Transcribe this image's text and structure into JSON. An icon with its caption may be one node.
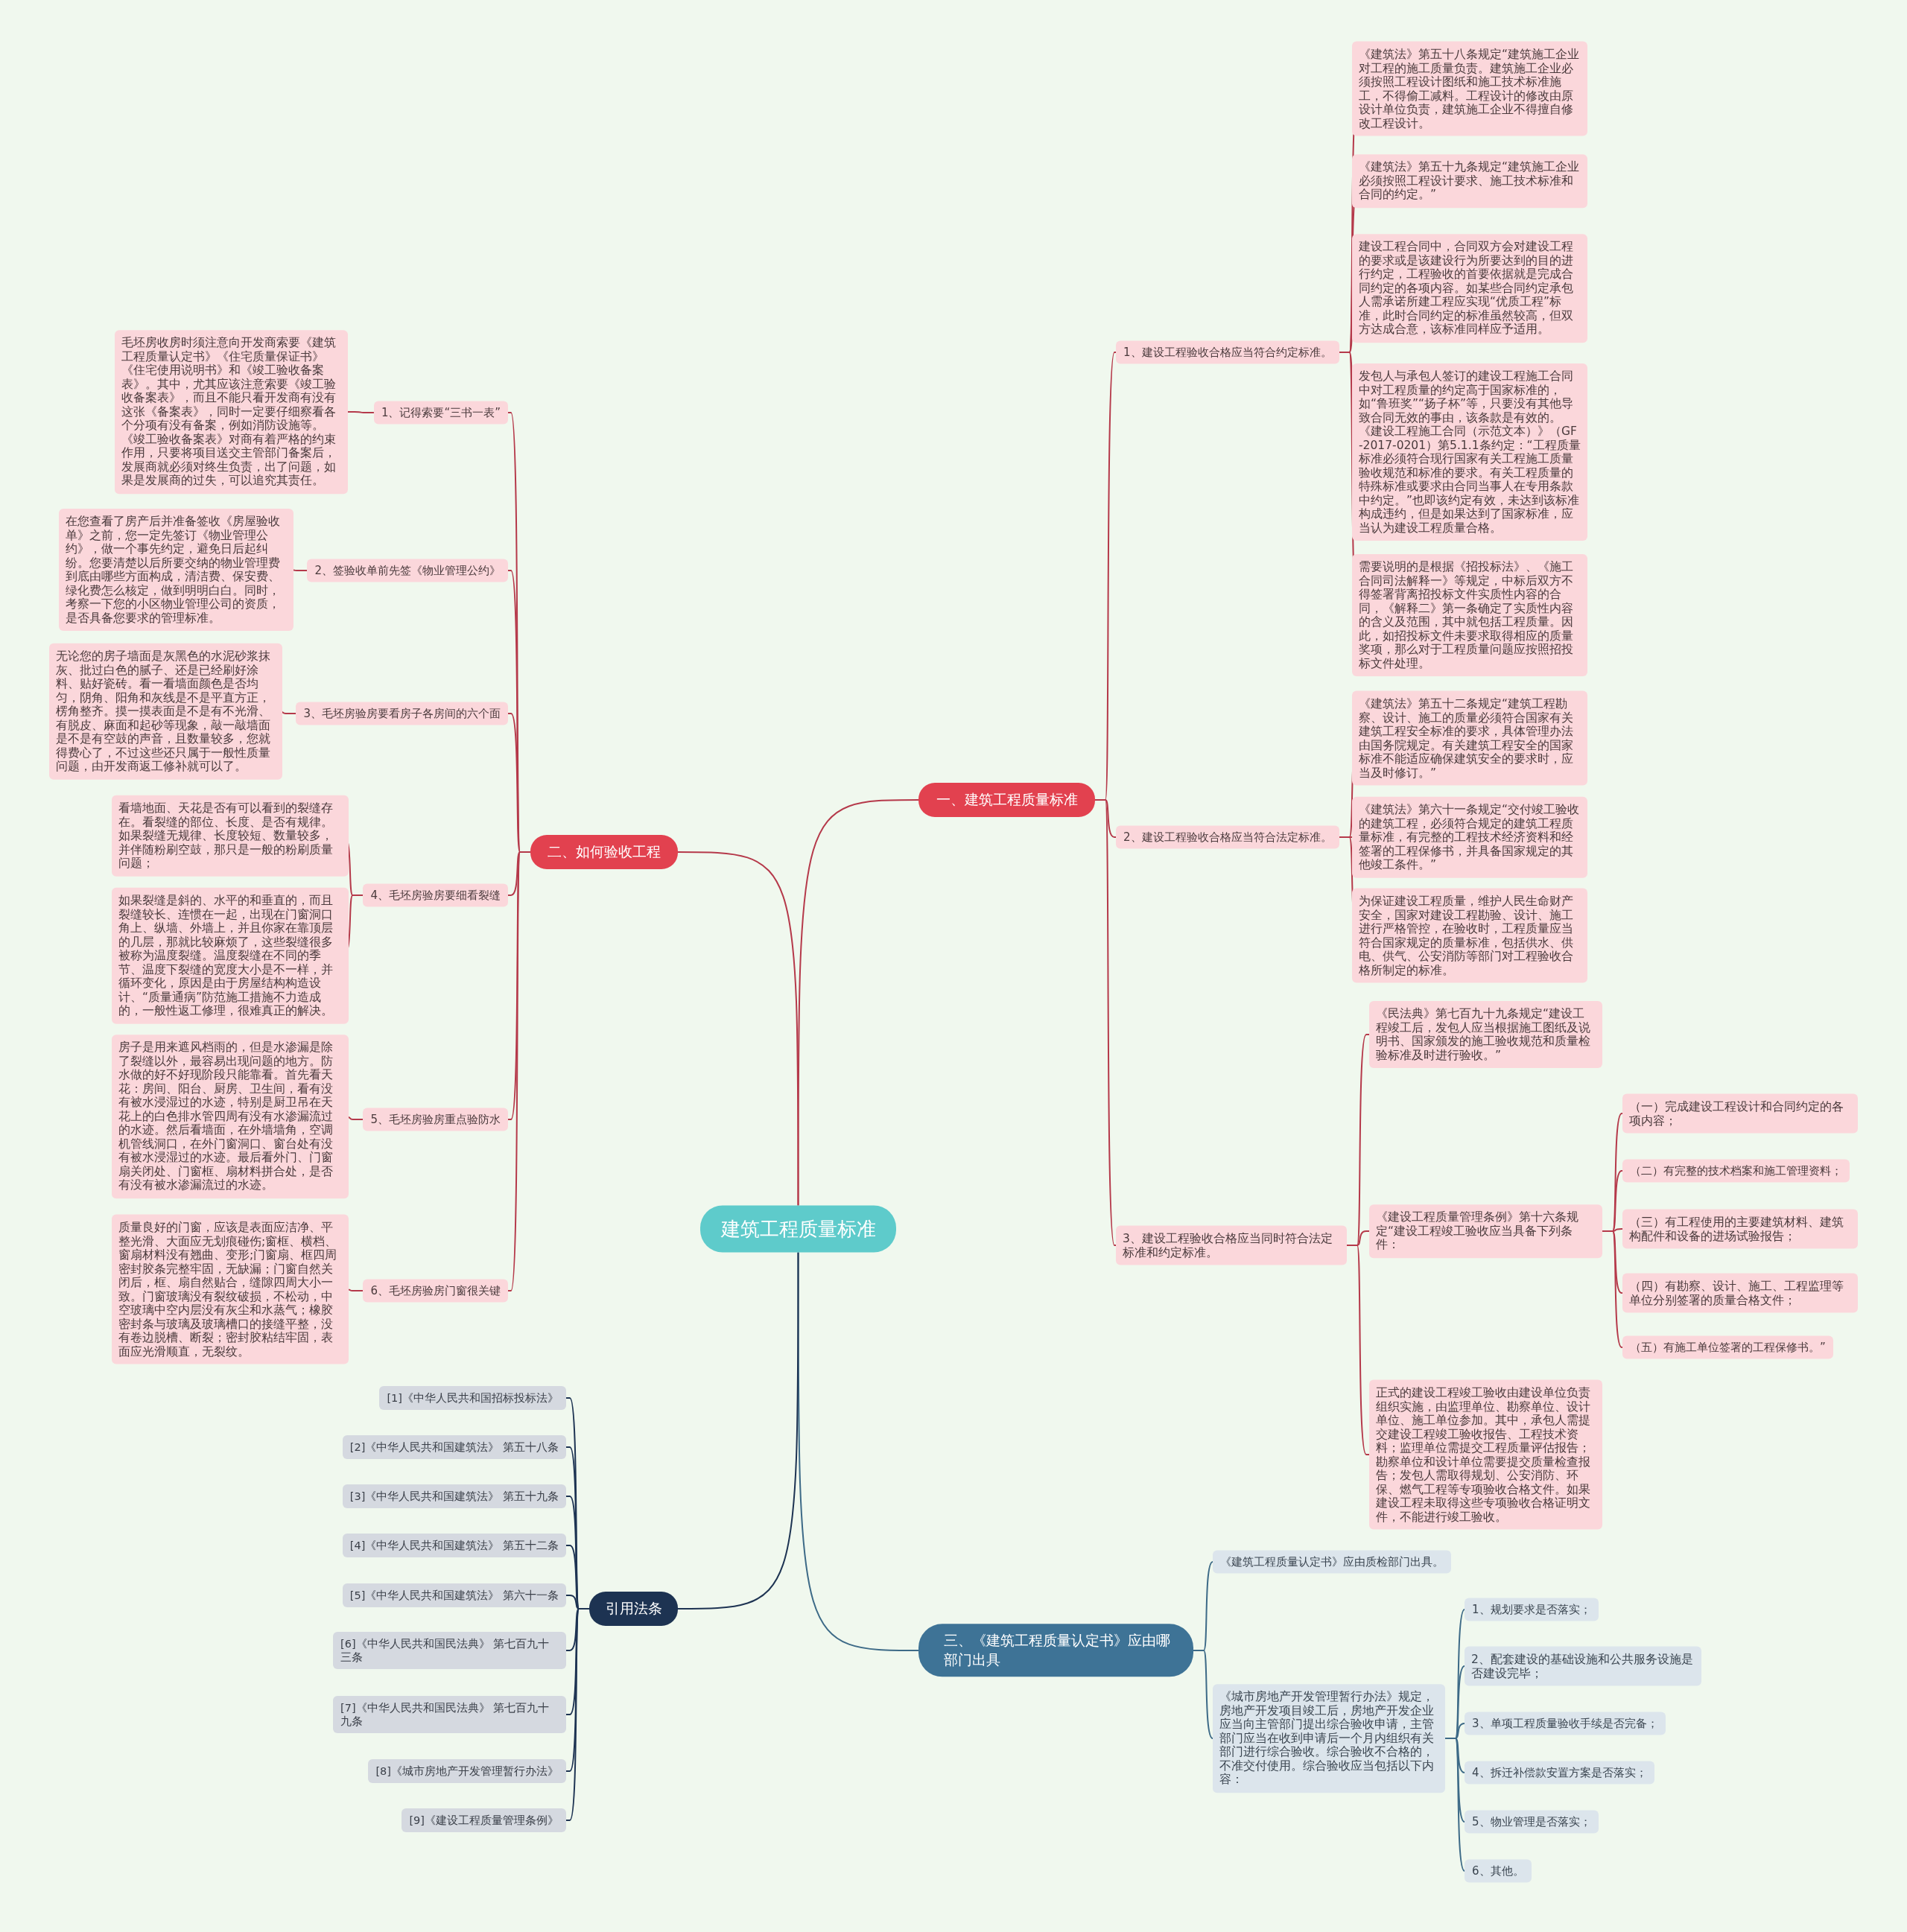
{
  "diagram": {
    "nodes": [
      {
        "text": [
          "建筑工程质量标准"
        ]
      },
      {
        "text": [
          "一、建筑工程质量标准"
        ]
      },
      {
        "text": [
          "1、建设工程验收合格应当符合约定标准。"
        ]
      },
      {
        "text": [
          "《建筑法》第五十八条规定“建筑施工企业对工程的施工质量负责。建筑施工企业必须按照工程设计图纸和施工技术标准施工，不得偷工减料。工程设计的修改由原设计单位负责，建筑施工企业不得擅自修改工程设计。"
        ]
      },
      {
        "text": [
          "《建筑法》第五十九条规定“建筑施工企业必须按照工程设计要求、施工技术标准和合同的约定。”"
        ]
      },
      {
        "text": [
          "建设工程合同中，合同双方会对建设工程的要求或是该建设行为所要达到的目的进行约定，工程验收的首要依据就是完成合同约定的各项内容。如某些合同约定承包人需承诺所建工程应实现“优质工程”标准，此时合同约定的标准虽然较高，但双方达成合意，该标准同样应予适用。"
        ]
      },
      {
        "text": [
          "发包人与承包人签订的建设工程施工合同中对工程质量的约定高于国家标准的，如“鲁班奖”“扬子杯”等，只要没有其他导致合同无效的事由，该条款是有效的。《建设工程施工合同（示范文本）》（GF-2017-0201）第5.1.1条约定：“工程质量标准必须符合现行国家有关工程施工质量验收规范和标准的要求。有关工程质量的特殊标准或要求由合同当事人在专用条款中约定。”也即该约定有效，未达到该标准构成违约，但是如果达到了国家标准，应当认为建设工程质量合格。"
        ]
      },
      {
        "text": [
          "需要说明的是根据《招投标法》、《施工合同司法解释一》等规定，中标后双方不得签署背离招投标文件实质性内容的合同，《解释二》第一条确定了实质性内容的含义及范围，其中就包括工程质量。因此，如招投标文件未要求取得相应的质量奖项，那么对于工程质量问题应按照招投标文件处理。"
        ]
      },
      {
        "text": [
          "2、建设工程验收合格应当符合法定标准。"
        ]
      },
      {
        "text": [
          "《建筑法》第五十二条规定“建筑工程勘察、设计、施工的质量必须符合国家有关建筑工程安全标准的要求，具体管理办法由国务院规定。有关建筑工程安全的国家标准不能适应确保建筑安全的要求时，应当及时修订。”"
        ]
      },
      {
        "text": [
          "《建筑法》第六十一条规定“交付竣工验收的建筑工程，必须符合规定的建筑工程质量标准，有完整的工程技术经济资料和经签署的工程保修书，并具备国家规定的其他竣工条件。”"
        ]
      },
      {
        "text": [
          "为保证建设工程质量，维护人民生命财产安全，国家对建设工程勘验、设计、施工进行严格管控，在验收时，工程质量应当符合国家规定的质量标准，包括供水、供电、供气、公安消防等部门对工程验收合格所制定的标准。"
        ]
      },
      {
        "text": [
          "3、建设工程验收合格应当同时符合法定标准和约定标准。"
        ]
      },
      {
        "text": [
          "《民法典》第七百九十九条规定“建设工程竣工后，发包人应当根据施工图纸及说明书、国家颁发的施工验收规范和质量检验标准及时进行验收。”"
        ]
      },
      {
        "text": [
          "《建设工程质量管理条例》第十六条规定“建设工程竣工验收应当具备下列条件："
        ]
      },
      {
        "text": [
          "（一）完成建设工程设计和合同约定的各项内容；"
        ]
      },
      {
        "text": [
          "（二）有完整的技术档案和施工管理资料；"
        ]
      },
      {
        "text": [
          "（三）有工程使用的主要建筑材料、建筑构配件和设备的进场试验报告；"
        ]
      },
      {
        "text": [
          "（四）有勘察、设计、施工、工程监理等单位分别签署的质量合格文件；"
        ]
      },
      {
        "text": [
          "（五）有施工单位签署的工程保修书。”"
        ]
      },
      {
        "text": [
          "正式的建设工程竣工验收由建设单位负责组织实施，由监理单位、勘察单位、设计单位、施工单位参加。其中，承包人需提交建设工程竣工验收报告、工程技术资料；监理单位需提交工程质量评估报告；勘察单位和设计单位需要提交质量检查报告；发包人需取得规划、公安消防、环保、燃气工程等专项验收合格文件。如果建设工程未取得这些专项验收合格证明文件，不能进行竣工验收。"
        ]
      },
      {
        "text": [
          "三、《建筑工程质量认定书》应由哪部门出具"
        ]
      },
      {
        "text": [
          "《建筑工程质量认定书》应由质检部门出具。"
        ]
      },
      {
        "text": [
          "《城市房地产开发管理暂行办法》规定，房地产开发项目竣工后，房地产开发企业应当向主管部门提出综合验收申请，主管部门应当在收到申请后一个月内组织有关部门进行综合验收。综合验收不合格的，不准交付使用。综合验收应当包括以下内容："
        ]
      },
      {
        "text": [
          "1、规划要求是否落实；"
        ]
      },
      {
        "text": [
          "2、配套建设的基础设施和公共服务设施是否建设完毕；"
        ]
      },
      {
        "text": [
          "3、单项工程质量验收手续是否完备；"
        ]
      },
      {
        "text": [
          "4、拆迁补偿款安置方案是否落实；"
        ]
      },
      {
        "text": [
          "5、物业管理是否落实；"
        ]
      },
      {
        "text": [
          "6、其他。"
        ]
      },
      {
        "text": [
          "二、如何验收工程"
        ]
      },
      {
        "text": [
          "1、记得索要“三书一表”"
        ]
      },
      {
        "text": [
          "毛坯房收房时须注意向开发商索要《建筑工程质量认定书》《住宅质量保证书》《住宅使用说明书》和《竣工验收备案表》。其中，尤其应该注意索要《竣工验收备案表》，而且不能只看开发商有没有这张《备案表》，同时一定要仔细察看各个分项有没有备案，例如消防设施等。《竣工验收备案表》对商有着严格的约束作用，只要将项目送交主管部门备案后，发展商就必须对终生负责，出了问题，如果是发展商的过失，可以追究其责任。"
        ]
      },
      {
        "text": [
          "2、签验收单前先签《物业管理公约》"
        ]
      },
      {
        "text": [
          "在您查看了房产后并准备签收《房屋验收单》之前，您一定先签订《物业管理公约》，做一个事先约定，避免日后起纠纷。您要清楚以后所要交纳的物业管理费到底由哪些方面构成，清洁费、保安费、绿化费怎么核定，做到明明白白。同时，考察一下您的小区物业管理公司的资质，是否具备您要求的管理标准。"
        ]
      },
      {
        "text": [
          "3、毛坯房验房要看房子各房间的六个面"
        ]
      },
      {
        "text": [
          "无论您的房子墙面是灰黑色的水泥砂浆抹灰、批过白色的腻子、还是已经刷好涂料、贴好瓷砖。看一看墙面颜色是否均匀，阴角、阳角和灰线是不是平直方正，楞角整齐。摸一摸表面是不是有不光滑、有脱皮、麻面和起砂等现象，敲一敲墙面是不是有空鼓的声音，且数量较多，您就得费心了，不过这些还只属于一般性质量问题，由开发商返工修补就可以了。"
        ]
      },
      {
        "text": [
          "4、毛坯房验房要细看裂缝"
        ]
      },
      {
        "text": [
          "看墙地面、天花是否有可以看到的裂缝存在。看裂缝的部位、长度、是否有规律。如果裂缝无规律、长度较短、数量较多，并伴随粉刷空鼓，那只是一般的粉刷质量问题；"
        ]
      },
      {
        "text": [
          "如果裂缝是斜的、水平的和垂直的，而且裂缝较长、连惯在一起，出现在门窗洞口角上、纵墙、外墙上，并且你家在靠顶层的几层，那就比较麻烦了，这些裂缝很多被称为温度裂缝。温度裂缝在不同的季节、温度下裂缝的宽度大小是不一样，并循环变化，原因是由于房屋结构构造设计、“质量通病”防范施工措施不力造成的，一般性返工修理，很难真正的解决。"
        ]
      },
      {
        "text": [
          "5、毛坯房验房重点验防水"
        ]
      },
      {
        "text": [
          "房子是用来遮风档雨的，但是水渗漏是除了裂缝以外，最容易出现问题的地方。防水做的好不好现阶段只能靠看。首先看天花：房间、阳台、厨房、卫生间，看有没有被水浸湿过的水迹，特别是厨卫吊在天花上的白色排水管四周有没有水渗漏流过的水迹。然后看墙面，在外墙墙角，空调机管线洞口，在外门窗洞口、窗台处有没有被水浸湿过的水迹。最后看外门、门窗扇关闭处、门窗框、扇材料拼合处，是否有没有被水渗漏流过的水迹。"
        ]
      },
      {
        "text": [
          "6、毛坯房验房门窗很关键"
        ]
      },
      {
        "text": [
          "质量良好的门窗，应该是表面应洁净、平整光滑、大面应无划痕碰伤;窗框、横档、窗扇材料没有翘曲、变形;门窗扇、框四周密封胶条完整牢固，无缺漏；门窗自然关闭后，框、扇自然贴合，缝隙四周大小一致。门窗玻璃没有裂纹破损，不松动，中空玻璃中空内层没有灰尘和水蒸气；橡胶密封条与玻璃及玻璃槽口的接缝平整，没有卷边脱槽、断裂；密封胶粘结牢固，表面应光滑顺直，无裂纹。"
        ]
      },
      {
        "text": [
          "引用法条"
        ]
      },
      {
        "text": [
          "[1]《中华人民共和国招标投标法》"
        ]
      },
      {
        "text": [
          "[2]《中华人民共和国建筑法》 第五十八条"
        ]
      },
      {
        "text": [
          "[3]《中华人民共和国建筑法》 第五十九条"
        ]
      },
      {
        "text": [
          "[4]《中华人民共和国建筑法》 第五十二条"
        ]
      },
      {
        "text": [
          "[5]《中华人民共和国建筑法》 第六十一条"
        ]
      },
      {
        "text": [
          "[6]《中华人民共和国民法典》 第七百九十三条"
        ]
      },
      {
        "text": [
          "[7]《中华人民共和国民法典》 第七百九十九条"
        ]
      },
      {
        "text": [
          "[8]《城市房地产开发管理暂行办法》"
        ]
      },
      {
        "text": [
          "[9]《建设工程质量管理条例》"
        ]
      }
    ],
    "edges": [
      {
        "from": 0,
        "to": 1,
        "arrow": "none"
      },
      {
        "from": 1,
        "to": 2,
        "arrow": "none"
      },
      {
        "from": 2,
        "to": 3,
        "arrow": "none"
      },
      {
        "from": 2,
        "to": 4,
        "arrow": "none"
      },
      {
        "from": 2,
        "to": 5,
        "arrow": "none"
      },
      {
        "from": 2,
        "to": 6,
        "arrow": "none"
      },
      {
        "from": 2,
        "to": 7,
        "arrow": "none"
      },
      {
        "from": 1,
        "to": 8,
        "arrow": "none"
      },
      {
        "from": 8,
        "to": 9,
        "arrow": "none"
      },
      {
        "from": 8,
        "to": 10,
        "arrow": "none"
      },
      {
        "from": 8,
        "to": 11,
        "arrow": "none"
      },
      {
        "from": 1,
        "to": 12,
        "arrow": "none"
      },
      {
        "from": 12,
        "to": 13,
        "arrow": "none"
      },
      {
        "from": 12,
        "to": 14,
        "arrow": "none"
      },
      {
        "from": 14,
        "to": 15,
        "arrow": "none"
      },
      {
        "from": 14,
        "to": 16,
        "arrow": "none"
      },
      {
        "from": 14,
        "to": 17,
        "arrow": "none"
      },
      {
        "from": 14,
        "to": 18,
        "arrow": "none"
      },
      {
        "from": 14,
        "to": 19,
        "arrow": "none"
      },
      {
        "from": 12,
        "to": 20,
        "arrow": "none"
      },
      {
        "from": 0,
        "to": 21,
        "arrow": "none",
        "color": "#3d6a87"
      },
      {
        "from": 21,
        "to": 22,
        "arrow": "none",
        "color": "#3d6a87"
      },
      {
        "from": 21,
        "to": 23,
        "arrow": "none",
        "color": "#3d6a87"
      },
      {
        "from": 23,
        "to": 24,
        "arrow": "none",
        "color": "#3d6a87"
      },
      {
        "from": 23,
        "to": 25,
        "arrow": "none",
        "color": "#3d6a87"
      },
      {
        "from": 23,
        "to": 26,
        "arrow": "none",
        "color": "#3d6a87"
      },
      {
        "from": 23,
        "to": 27,
        "arrow": "none",
        "color": "#3d6a87"
      },
      {
        "from": 23,
        "to": 28,
        "arrow": "none",
        "color": "#3d6a87"
      },
      {
        "from": 23,
        "to": 29,
        "arrow": "none",
        "color": "#3d6a87"
      },
      {
        "from": 0,
        "to": 30,
        "arrow": "none"
      },
      {
        "from": 30,
        "to": 31,
        "arrow": "none"
      },
      {
        "from": 31,
        "to": 32,
        "arrow": "none"
      },
      {
        "from": 30,
        "to": 33,
        "arrow": "none"
      },
      {
        "from": 33,
        "to": 34,
        "arrow": "none"
      },
      {
        "from": 30,
        "to": 35,
        "arrow": "none"
      },
      {
        "from": 35,
        "to": 36,
        "arrow": "none"
      },
      {
        "from": 30,
        "to": 37,
        "arrow": "none"
      },
      {
        "from": 37,
        "to": 38,
        "arrow": "none"
      },
      {
        "from": 37,
        "to": 39,
        "arrow": "none"
      },
      {
        "from": 30,
        "to": 40,
        "arrow": "none"
      },
      {
        "from": 40,
        "to": 41,
        "arrow": "none"
      },
      {
        "from": 30,
        "to": 42,
        "arrow": "none"
      },
      {
        "from": 42,
        "to": 43,
        "arrow": "none"
      },
      {
        "from": 0,
        "to": 44,
        "arrow": "none",
        "color": "#1d3352"
      },
      {
        "from": 44,
        "to": 45,
        "arrow": "none",
        "color": "#1d3352"
      },
      {
        "from": 44,
        "to": 46,
        "arrow": "none",
        "color": "#1d3352"
      },
      {
        "from": 44,
        "to": 47,
        "arrow": "none",
        "color": "#1d3352"
      },
      {
        "from": 44,
        "to": 48,
        "arrow": "none",
        "color": "#1d3352"
      },
      {
        "from": 44,
        "to": 49,
        "arrow": "none",
        "color": "#1d3352"
      },
      {
        "from": 44,
        "to": 50,
        "arrow": "none",
        "color": "#1d3352"
      },
      {
        "from": 44,
        "to": 51,
        "arrow": "none",
        "color": "#1d3352"
      },
      {
        "from": 44,
        "to": 52,
        "arrow": "none",
        "color": "#1d3352"
      },
      {
        "from": 44,
        "to": 53,
        "arrow": "none",
        "color": "#1d3352"
      }
    ]
  }
}
